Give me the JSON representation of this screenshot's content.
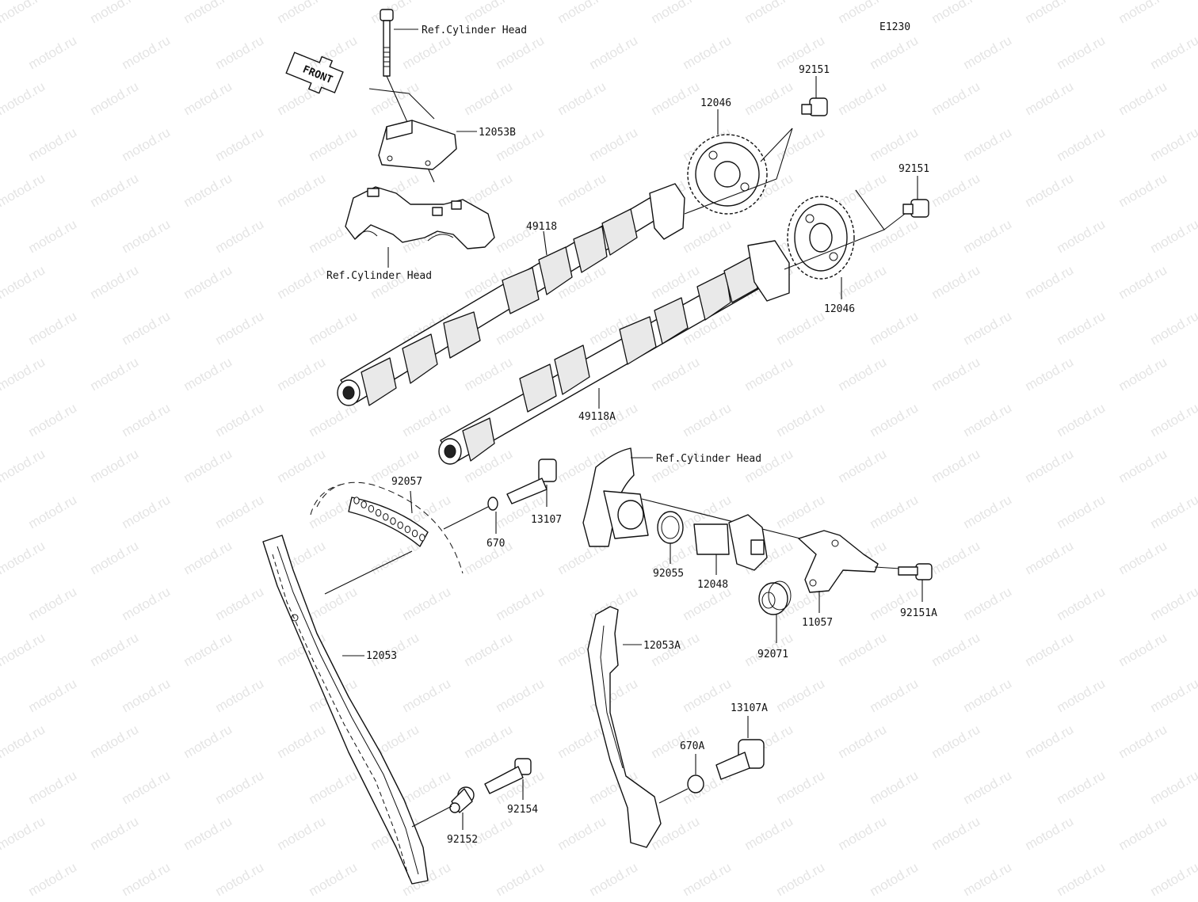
{
  "diagram_code": "E1230",
  "front_arrow": {
    "text": "FRONT"
  },
  "watermark": {
    "text": "motod.ru"
  },
  "labels": {
    "ref_head_top": "Ref.Cylinder Head",
    "ref_head_left": "Ref.Cylinder Head",
    "ref_head_right": "Ref.Cylinder Head",
    "p12053B": "12053B",
    "p92151_top": "92151",
    "p12046_top": "12046",
    "p92151_mid": "92151",
    "p12046_mid": "12046",
    "p49118": "49118",
    "p49118A": "49118A",
    "p92057": "92057",
    "p13107": "13107",
    "p670": "670",
    "p92055": "92055",
    "p12048": "12048",
    "p11057": "11057",
    "p92151A": "92151A",
    "p92071": "92071",
    "p12053": "12053",
    "p12053A": "12053A",
    "p13107A": "13107A",
    "p670A": "670A",
    "p92154": "92154",
    "p92152": "92152"
  }
}
